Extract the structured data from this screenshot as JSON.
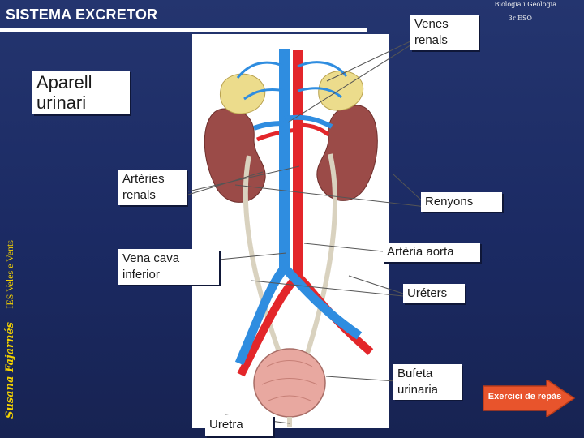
{
  "header": {
    "title": "SISTEMA EXCRETOR",
    "subject": "Biologia i Geologia",
    "level": "3r ESO"
  },
  "credits": {
    "author": "Susana Fajarnés",
    "school": "IES Veles e Vents"
  },
  "labels": {
    "aparell": "Aparell urinari",
    "venes": "Venes renals",
    "arteries": "Artèries renals",
    "renyons": "Renyons",
    "vena_cava": "Vena cava inferior",
    "arteria_aorta": "Artèria aorta",
    "ureters": "Uréters",
    "bufeta": "Bufeta urinaria",
    "uretra": "Uretra"
  },
  "nav": {
    "exercise_label": "Exercici de repàs"
  },
  "colors": {
    "background": "#1b2a63",
    "credit_text": "#f3d100",
    "nav_button": "#e8542c",
    "artery": "#e3262a",
    "vein": "#2f8de0",
    "kidney": "#9b4b48",
    "adrenal": "#ecdc8c",
    "bladder": "#e8a8a0"
  }
}
